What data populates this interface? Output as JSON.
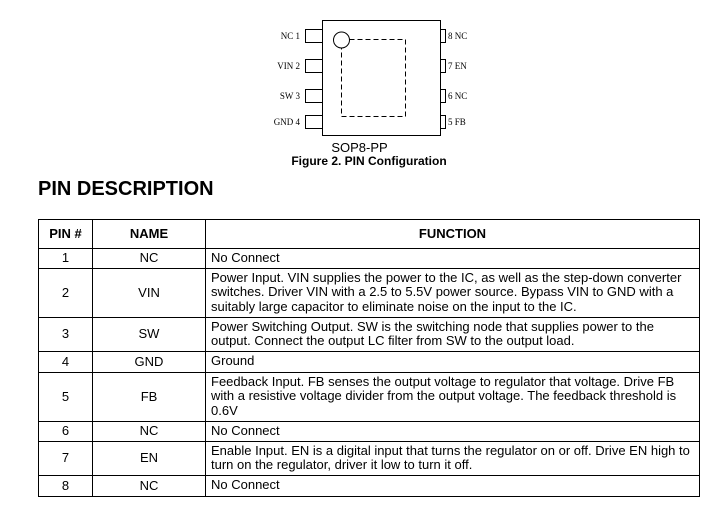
{
  "figure": {
    "pins_left": [
      "NC 1",
      "VIN 2",
      "SW 3",
      "GND 4"
    ],
    "pins_right": [
      "8 NC",
      "7 EN",
      "6 NC",
      "5 FB"
    ],
    "package": "SOP8-PP",
    "caption": "Figure 2.  PIN Configuration"
  },
  "section_title": "PIN DESCRIPTION",
  "table": {
    "headers": [
      "PIN #",
      "NAME",
      "FUNCTION"
    ],
    "rows": [
      {
        "pin": "1",
        "name": "NC",
        "function": "No Connect"
      },
      {
        "pin": "2",
        "name": "VIN",
        "function": "Power Input. VIN supplies the power to the IC, as well as the step-down converter switches. Driver VIN with a 2.5 to 5.5V power source. Bypass VIN to GND with a suitably large capacitor to eliminate noise on the input to the IC."
      },
      {
        "pin": "3",
        "name": "SW",
        "function": "Power Switching Output. SW is the switching node that supplies power to the output. Connect the output LC filter from SW to the output load."
      },
      {
        "pin": "4",
        "name": "GND",
        "function": "Ground"
      },
      {
        "pin": "5",
        "name": "FB",
        "function": "Feedback Input. FB senses the output voltage to regulator that voltage. Drive FB with a resistive voltage divider from the output voltage. The feedback threshold is 0.6V"
      },
      {
        "pin": "6",
        "name": "NC",
        "function": "No Connect"
      },
      {
        "pin": "7",
        "name": "EN",
        "function": "Enable Input. EN is a digital input that turns the regulator on or off. Drive EN high to turn on the regulator, driver it low to turn it off."
      },
      {
        "pin": "8",
        "name": "NC",
        "function": "No Connect"
      }
    ]
  }
}
